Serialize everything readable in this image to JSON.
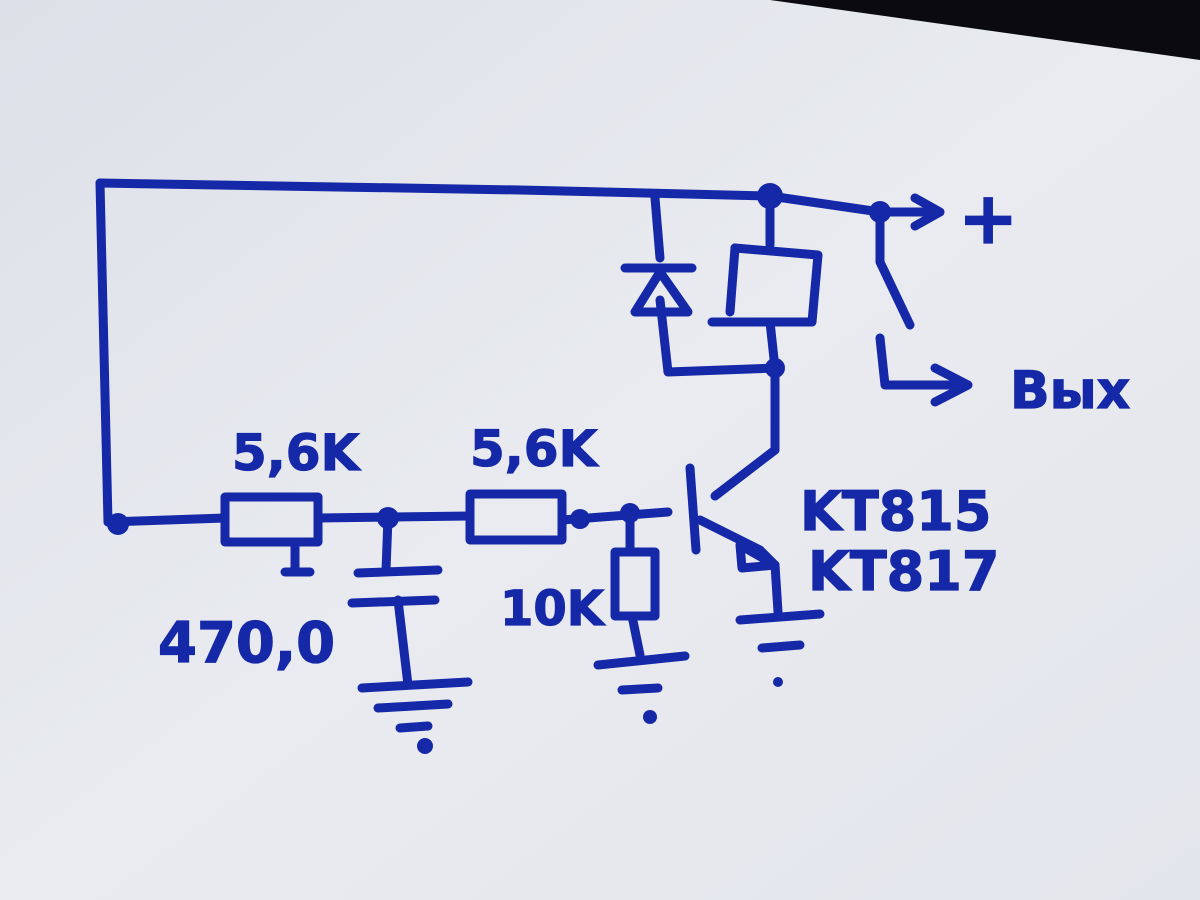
{
  "diagram": {
    "labels": {
      "r1": "5,6K",
      "r2": "5,6K",
      "r3": "10K",
      "capacitor": "470,0",
      "transistor_a": "KT815",
      "transistor_b": "KT817",
      "output": "Bыx",
      "plus": "+"
    },
    "colors": {
      "ink": "#1528a8",
      "paper": "#eceef3",
      "shadow": "#0a0a10"
    }
  }
}
